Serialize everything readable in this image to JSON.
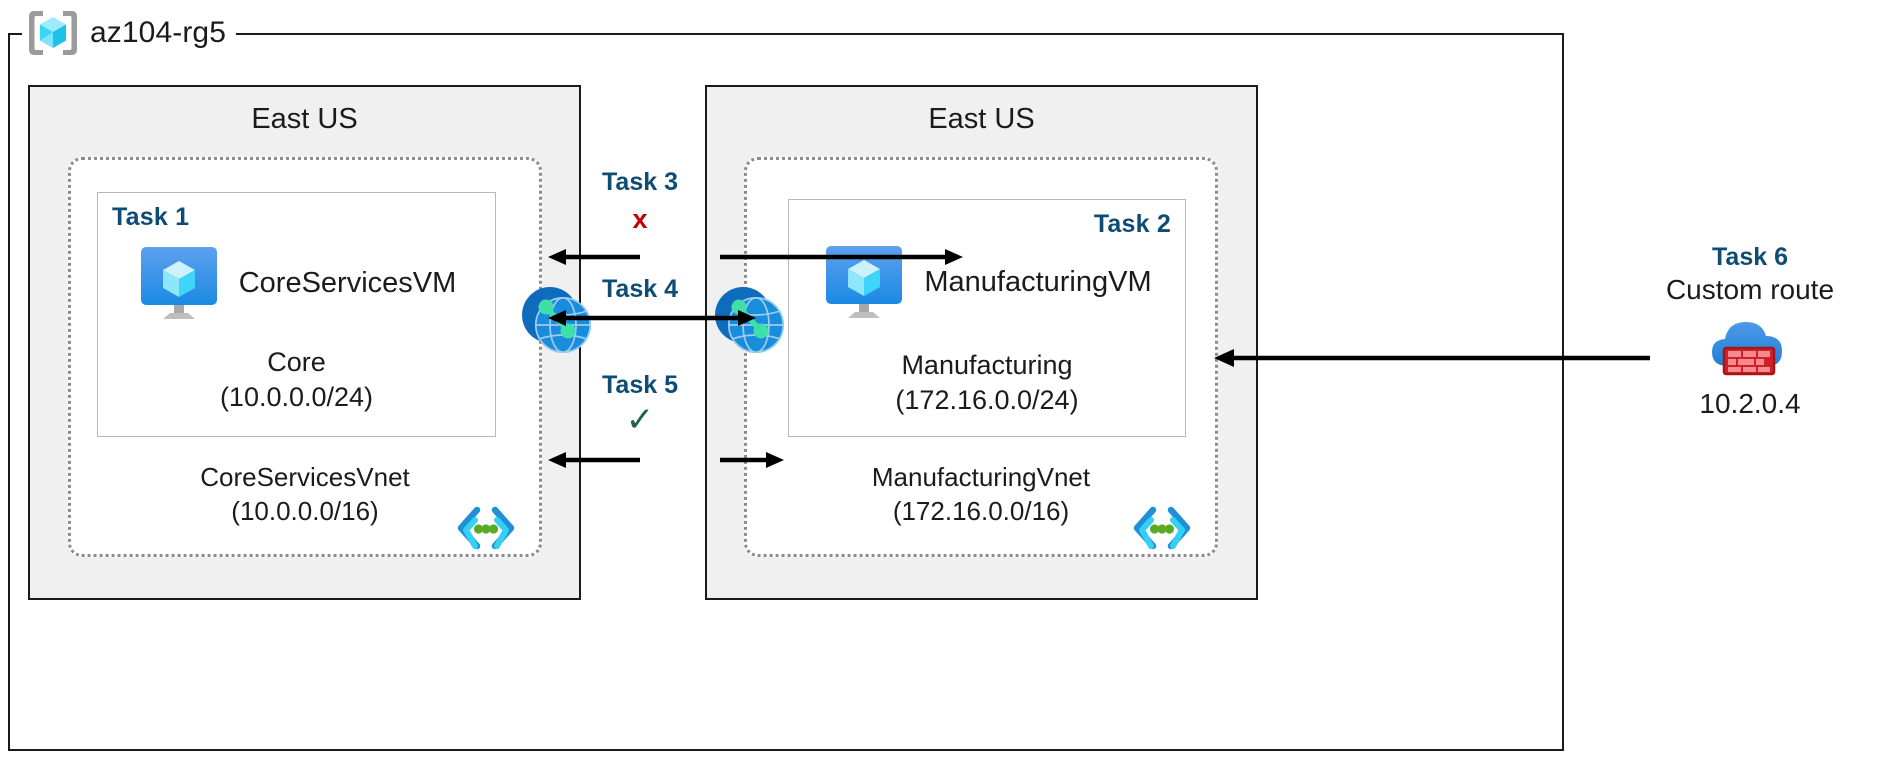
{
  "diagram": {
    "title": "Azure VNet peering and routing lab diagram",
    "colors": {
      "task_label": "#0f4c75",
      "region_fill": "#f0f0f0",
      "boundary": "#1a1a1a",
      "vnet_border": "#8c8c8c",
      "subnet_border": "#b8b8b8",
      "mark_fail": "#c00000",
      "mark_pass": "#1f6152",
      "azure_blue": "#2f87e0",
      "cube_cyan": "#9fe6fb",
      "firewall_red": "#d32027",
      "vnet_glyph_cyan": "#35d0f5",
      "vnet_glyph_blue": "#1f8fd6",
      "vnet_glyph_green": "#5aaa23"
    }
  },
  "resource_group": {
    "name": "az104-rg5",
    "icon": "resource-group-icon"
  },
  "regions": [
    {
      "id": "left",
      "label": "East US"
    },
    {
      "id": "right",
      "label": "East US"
    }
  ],
  "vnets": [
    {
      "id": "core",
      "name": "CoreServicesVnet",
      "cidr": "(10.0.0.0/16)",
      "glyph": "vnet-icon",
      "subnet": {
        "task": "Task 1",
        "name": "Core",
        "cidr": "(10.0.0.0/24)",
        "vm": {
          "name": "CoreServicesVM",
          "icon": "virtual-machine-icon"
        }
      }
    },
    {
      "id": "manufacturing",
      "name": "ManufacturingVnet",
      "cidr": "(172.16.0.0/16)",
      "glyph": "vnet-icon",
      "subnet": {
        "task": "Task 2",
        "name": "Manufacturing",
        "cidr": "(172.16.0.0/24)",
        "vm": {
          "name": "ManufacturingVM",
          "icon": "virtual-machine-icon"
        }
      }
    }
  ],
  "peering_icons": [
    {
      "id": "peer-left",
      "name": "vnet-peering-icon"
    },
    {
      "id": "peer-right",
      "name": "vnet-peering-icon"
    }
  ],
  "connectors": [
    {
      "id": "task3",
      "label": "Task 3",
      "mark": "x",
      "mark_type": "fail",
      "arrow": "split-inward"
    },
    {
      "id": "task4",
      "label": "Task 4",
      "mark": "",
      "mark_type": "none",
      "arrow": "double"
    },
    {
      "id": "task5",
      "label": "Task 5",
      "mark": "✓",
      "mark_type": "pass",
      "arrow": "split-inward"
    }
  ],
  "custom_route": {
    "task": "Task 6",
    "description": "Custom route",
    "ip": "10.2.0.4",
    "icon": "firewall-cloud-icon"
  }
}
